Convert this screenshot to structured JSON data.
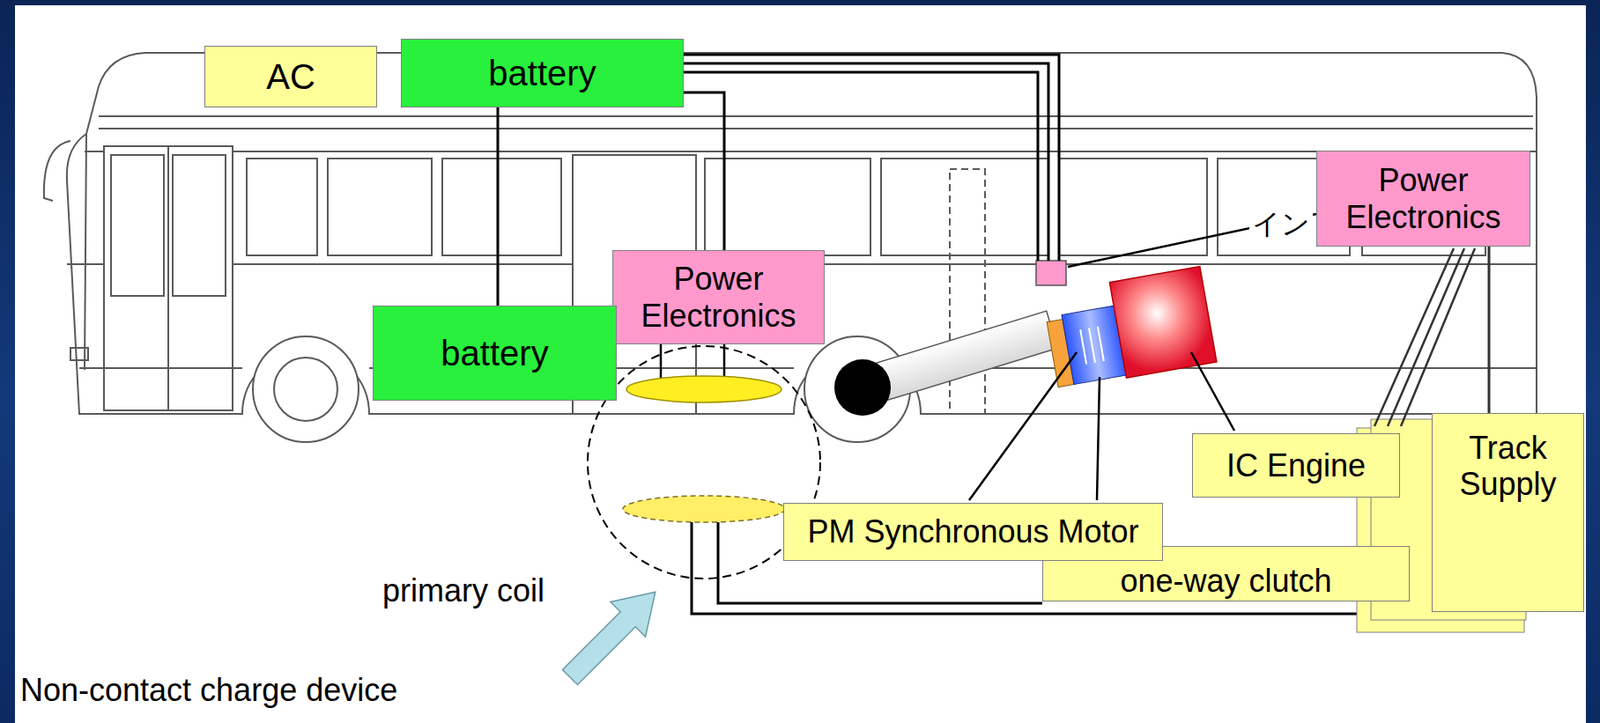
{
  "diagram": {
    "nodes": [
      {
        "text": [
          "AC"
        ]
      },
      {
        "text": [
          "battery"
        ]
      },
      {
        "text": [
          "Power Electronics"
        ]
      },
      {
        "text": [
          "Power Electronics"
        ]
      },
      {
        "text": [
          "battery"
        ]
      },
      {
        "text": [
          "IC Engine"
        ]
      },
      {
        "text": [
          "Track Supply"
        ]
      },
      {
        "text": [
          "PM Synchronous Motor"
        ]
      },
      {
        "text": [
          "one-way clutch"
        ]
      }
    ],
    "edges": [
      {
        "from": 1,
        "to": 4,
        "arrow": "none"
      },
      {
        "from": 1,
        "to": 3,
        "arrow": "none"
      },
      {
        "from": 2,
        "to": 6,
        "arrow": "none"
      }
    ],
    "labels": [
      "イン",
      "primary coil",
      "Non-contact charge device"
    ]
  }
}
